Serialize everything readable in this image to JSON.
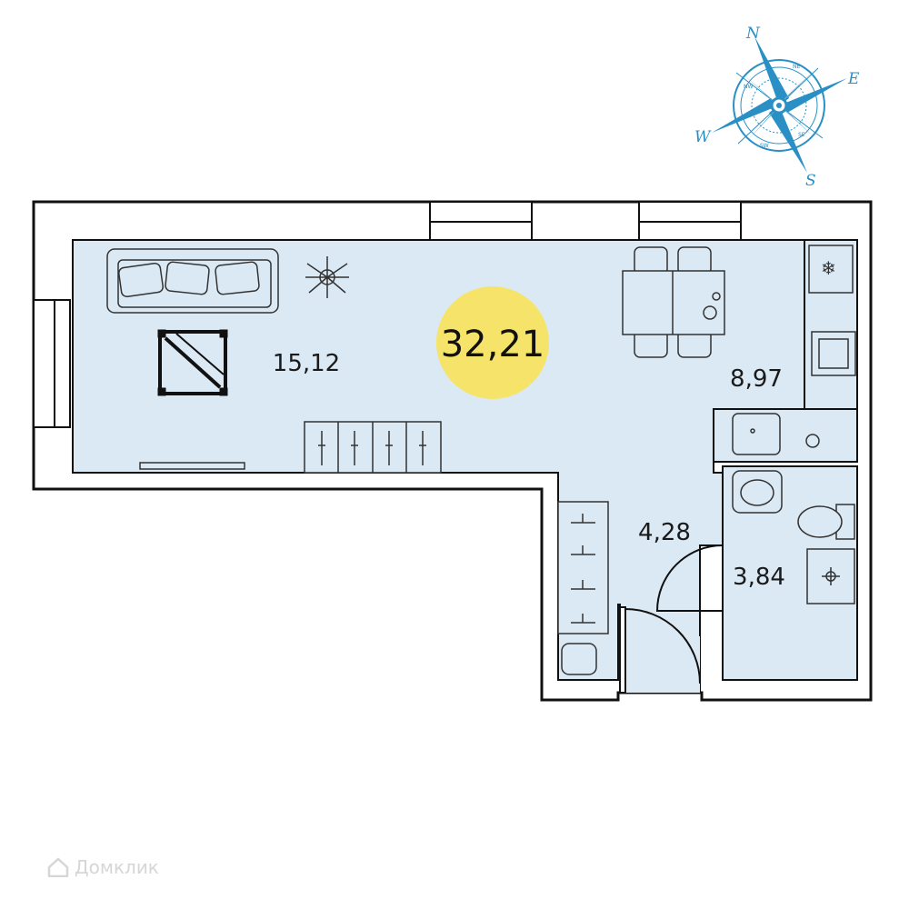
{
  "plan": {
    "total_area": "32,21",
    "rooms": [
      {
        "id": "living",
        "area": "15,12"
      },
      {
        "id": "kitchen",
        "area": "8,97"
      },
      {
        "id": "hall",
        "area": "4,28"
      },
      {
        "id": "bathroom",
        "area": "3,84"
      }
    ]
  },
  "compass": {
    "north": "N",
    "east": "E",
    "south": "S",
    "west": "W",
    "ne": "NE",
    "nw": "NW",
    "se": "SE",
    "sw": "SW"
  },
  "watermark": {
    "text": "Домклик",
    "icon": "house-icon"
  },
  "colors": {
    "floor": "#dbe9f4",
    "wall": "#111111",
    "total_badge": "#f6e46a",
    "compass": "#2a8fc4"
  }
}
